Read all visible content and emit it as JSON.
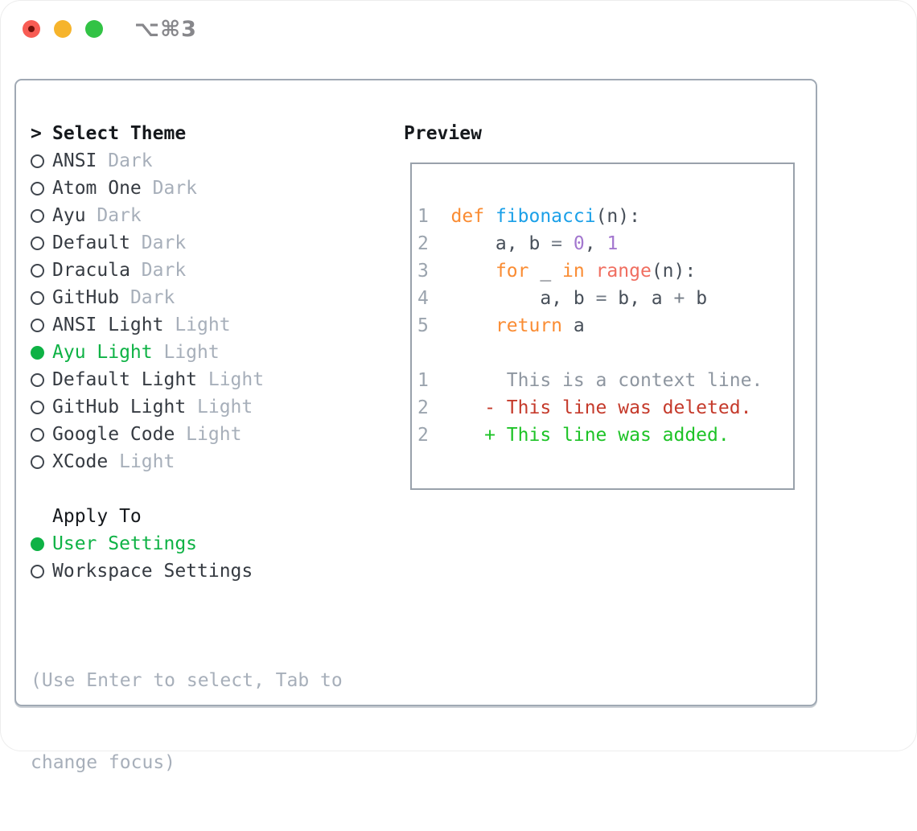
{
  "window": {
    "title": "⌥⌘3"
  },
  "left": {
    "prompt": ">",
    "select_theme_label": "Select Theme",
    "themes": [
      {
        "name": "ANSI",
        "tag": "Dark",
        "selected": false
      },
      {
        "name": "Atom One",
        "tag": "Dark",
        "selected": false
      },
      {
        "name": "Ayu",
        "tag": "Dark",
        "selected": false
      },
      {
        "name": "Default",
        "tag": "Dark",
        "selected": false
      },
      {
        "name": "Dracula",
        "tag": "Dark",
        "selected": false
      },
      {
        "name": "GitHub",
        "tag": "Dark",
        "selected": false
      },
      {
        "name": "ANSI Light",
        "tag": "Light",
        "selected": false
      },
      {
        "name": "Ayu Light",
        "tag": "Light",
        "selected": true
      },
      {
        "name": "Default Light",
        "tag": "Light",
        "selected": false
      },
      {
        "name": "GitHub Light",
        "tag": "Light",
        "selected": false
      },
      {
        "name": "Google Code",
        "tag": "Light",
        "selected": false
      },
      {
        "name": "XCode",
        "tag": "Light",
        "selected": false
      }
    ],
    "apply_to_label": "Apply To",
    "apply_options": [
      {
        "label": "User Settings",
        "selected": true
      },
      {
        "label": "Workspace Settings",
        "selected": false
      }
    ],
    "hint_line1": "(Use Enter to select, Tab to",
    "hint_line2": "change focus)"
  },
  "preview": {
    "label": "Preview",
    "lines": [
      {
        "no": "1",
        "segs": [
          {
            "t": "def ",
            "c": "kw"
          },
          {
            "t": "fibonacci",
            "c": "fn"
          },
          {
            "t": "(n):",
            "c": "fg"
          }
        ]
      },
      {
        "no": "2",
        "segs": [
          {
            "t": "    a, b ",
            "c": "fg"
          },
          {
            "t": "= ",
            "c": "op"
          },
          {
            "t": "0",
            "c": "num"
          },
          {
            "t": ", ",
            "c": "fg"
          },
          {
            "t": "1",
            "c": "num"
          }
        ]
      },
      {
        "no": "3",
        "segs": [
          {
            "t": "    ",
            "c": "fg"
          },
          {
            "t": "for ",
            "c": "kw"
          },
          {
            "t": "_ ",
            "c": "fg"
          },
          {
            "t": "in ",
            "c": "kw"
          },
          {
            "t": "range",
            "c": "call"
          },
          {
            "t": "(n):",
            "c": "fg"
          }
        ]
      },
      {
        "no": "4",
        "segs": [
          {
            "t": "        a, b ",
            "c": "fg"
          },
          {
            "t": "= ",
            "c": "op"
          },
          {
            "t": "b, a ",
            "c": "fg"
          },
          {
            "t": "+ ",
            "c": "op"
          },
          {
            "t": "b",
            "c": "fg"
          }
        ]
      },
      {
        "no": "5",
        "segs": [
          {
            "t": "    ",
            "c": "fg"
          },
          {
            "t": "return ",
            "c": "kw"
          },
          {
            "t": "a",
            "c": "fg"
          }
        ]
      },
      {
        "blank": true
      },
      {
        "no": "1",
        "segs": [
          {
            "t": "     This is a context line.",
            "c": "ctx"
          }
        ]
      },
      {
        "no": "2",
        "segs": [
          {
            "t": "   - This line was deleted.",
            "c": "del"
          }
        ]
      },
      {
        "no": "2",
        "segs": [
          {
            "t": "   + This line was added.",
            "c": "add"
          }
        ]
      }
    ]
  },
  "colors": {
    "accent_green": "#0eb245",
    "tag_gray": "#a7afba",
    "lineno": "#9ba4ae",
    "code_fg": "#474f59",
    "op_gray": "#767e88",
    "kw_orange": "#fa8c33",
    "fn_blue": "#1ba0e8",
    "call_coral": "#f06e60",
    "num_purple": "#a377cf",
    "ctx_gray": "#8e96a0",
    "del_red": "#c53a2b",
    "add_green": "#1ec327",
    "traffic_red": "#f85c54",
    "traffic_red_dot": "#71100a",
    "traffic_yellow": "#f6b42c",
    "traffic_green": "#32c345"
  }
}
